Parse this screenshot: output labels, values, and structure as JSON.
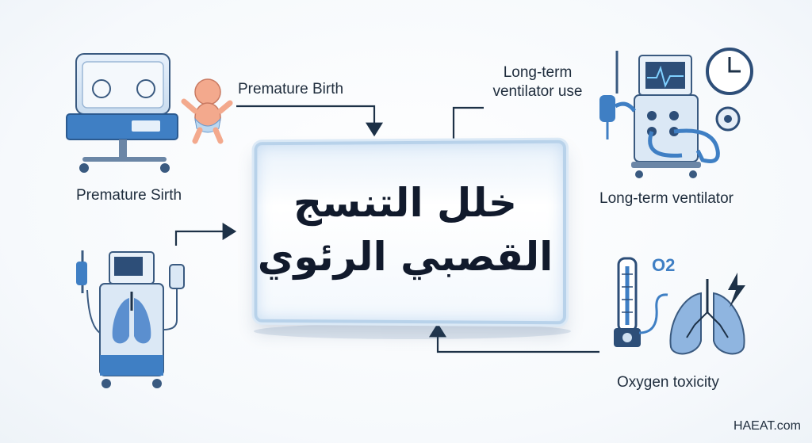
{
  "diagram": {
    "center_title_line1": "خلل التنسج",
    "center_title_line2": "القصبي الرئوي",
    "label_premature_birth_arrow": "Premature Birth",
    "label_premature_sirth": "Premature Sirth",
    "label_longterm_top_line1": "Long-term",
    "label_longterm_top_line2": "ventilator use",
    "label_longterm_ventilator": "Long-term ventilator",
    "label_oxygen_toxicity": "Oxygen toxicity",
    "o2_label": "O2",
    "watermark": "HAEAT.com"
  },
  "icons": [
    "incubator-icon",
    "baby-icon",
    "ventilator-clock-icon",
    "lung-ventilator-icon",
    "thermometer-gauge-icon",
    "lungs-lightning-icon"
  ],
  "colors": {
    "accent_blue": "#3f7fc4",
    "dark_navy": "#1d3147",
    "light_blue": "#cfe0f2",
    "lung_blue": "#5b8fcf"
  }
}
